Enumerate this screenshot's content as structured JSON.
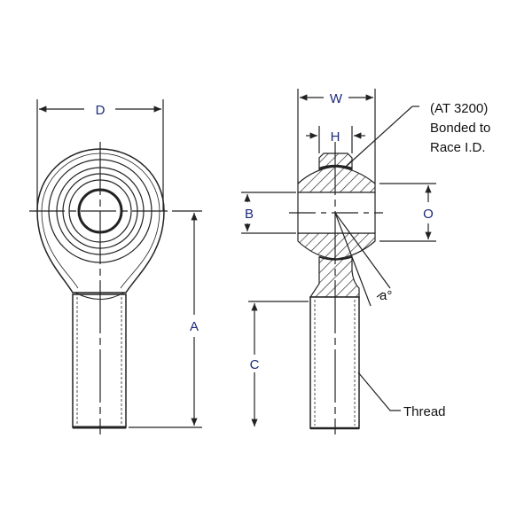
{
  "labels": {
    "D": "D",
    "A": "A",
    "W": "W",
    "H": "H",
    "B": "B",
    "O": "O",
    "C": "C",
    "angle": "a°"
  },
  "notes": {
    "liner_line1": "(AT 3200)",
    "liner_line2": "Bonded to",
    "liner_line3": "Race I.D.",
    "thread": "Thread"
  },
  "colors": {
    "label": "#1b2a7a",
    "line": "#222222"
  }
}
